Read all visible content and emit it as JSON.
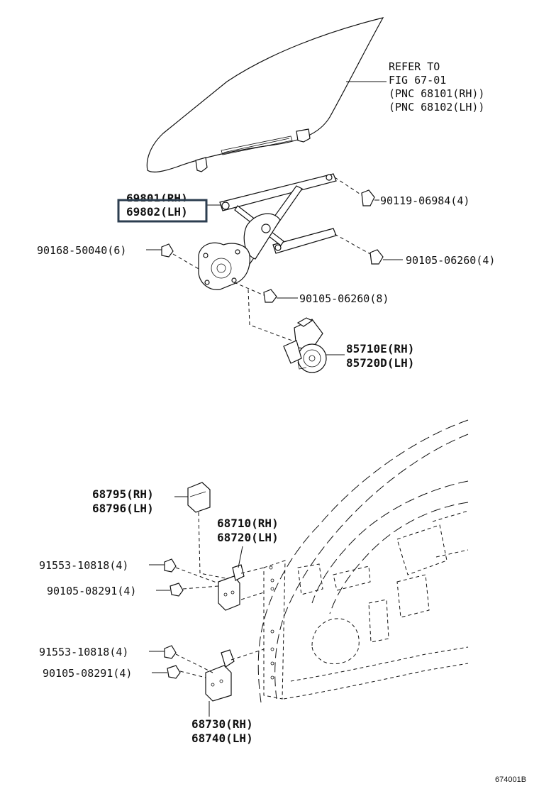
{
  "refer_note": {
    "line1": "REFER TO",
    "line2": "FIG 67-01",
    "line3": "(PNC 68101(RH))",
    "line4": "(PNC 68102(LH))"
  },
  "regulator": {
    "rh": "69801(RH)",
    "lh": "69802(LH)"
  },
  "bolt_90119": "90119-06984(4)",
  "bolt_90168": "90168-50040(6)",
  "bolt_90105_a": "90105-06260(4)",
  "bolt_90105_b": "90105-06260(8)",
  "motor": {
    "rh": "85710E(RH)",
    "lh": "85720D(LH)"
  },
  "cover": {
    "rh": "68795(RH)",
    "lh": "68796(LH)"
  },
  "upper_hinge": {
    "rh": "68710(RH)",
    "lh": "68720(LH)"
  },
  "bolt_91553_a": "91553-10818(4)",
  "bolt_90105_c": "90105-08291(4)",
  "bolt_91553_b": "91553-10818(4)",
  "bolt_90105_d": "90105-08291(4)",
  "lower_hinge": {
    "rh": "68730(RH)",
    "lh": "68740(LH)"
  },
  "figure_code": "674001B"
}
